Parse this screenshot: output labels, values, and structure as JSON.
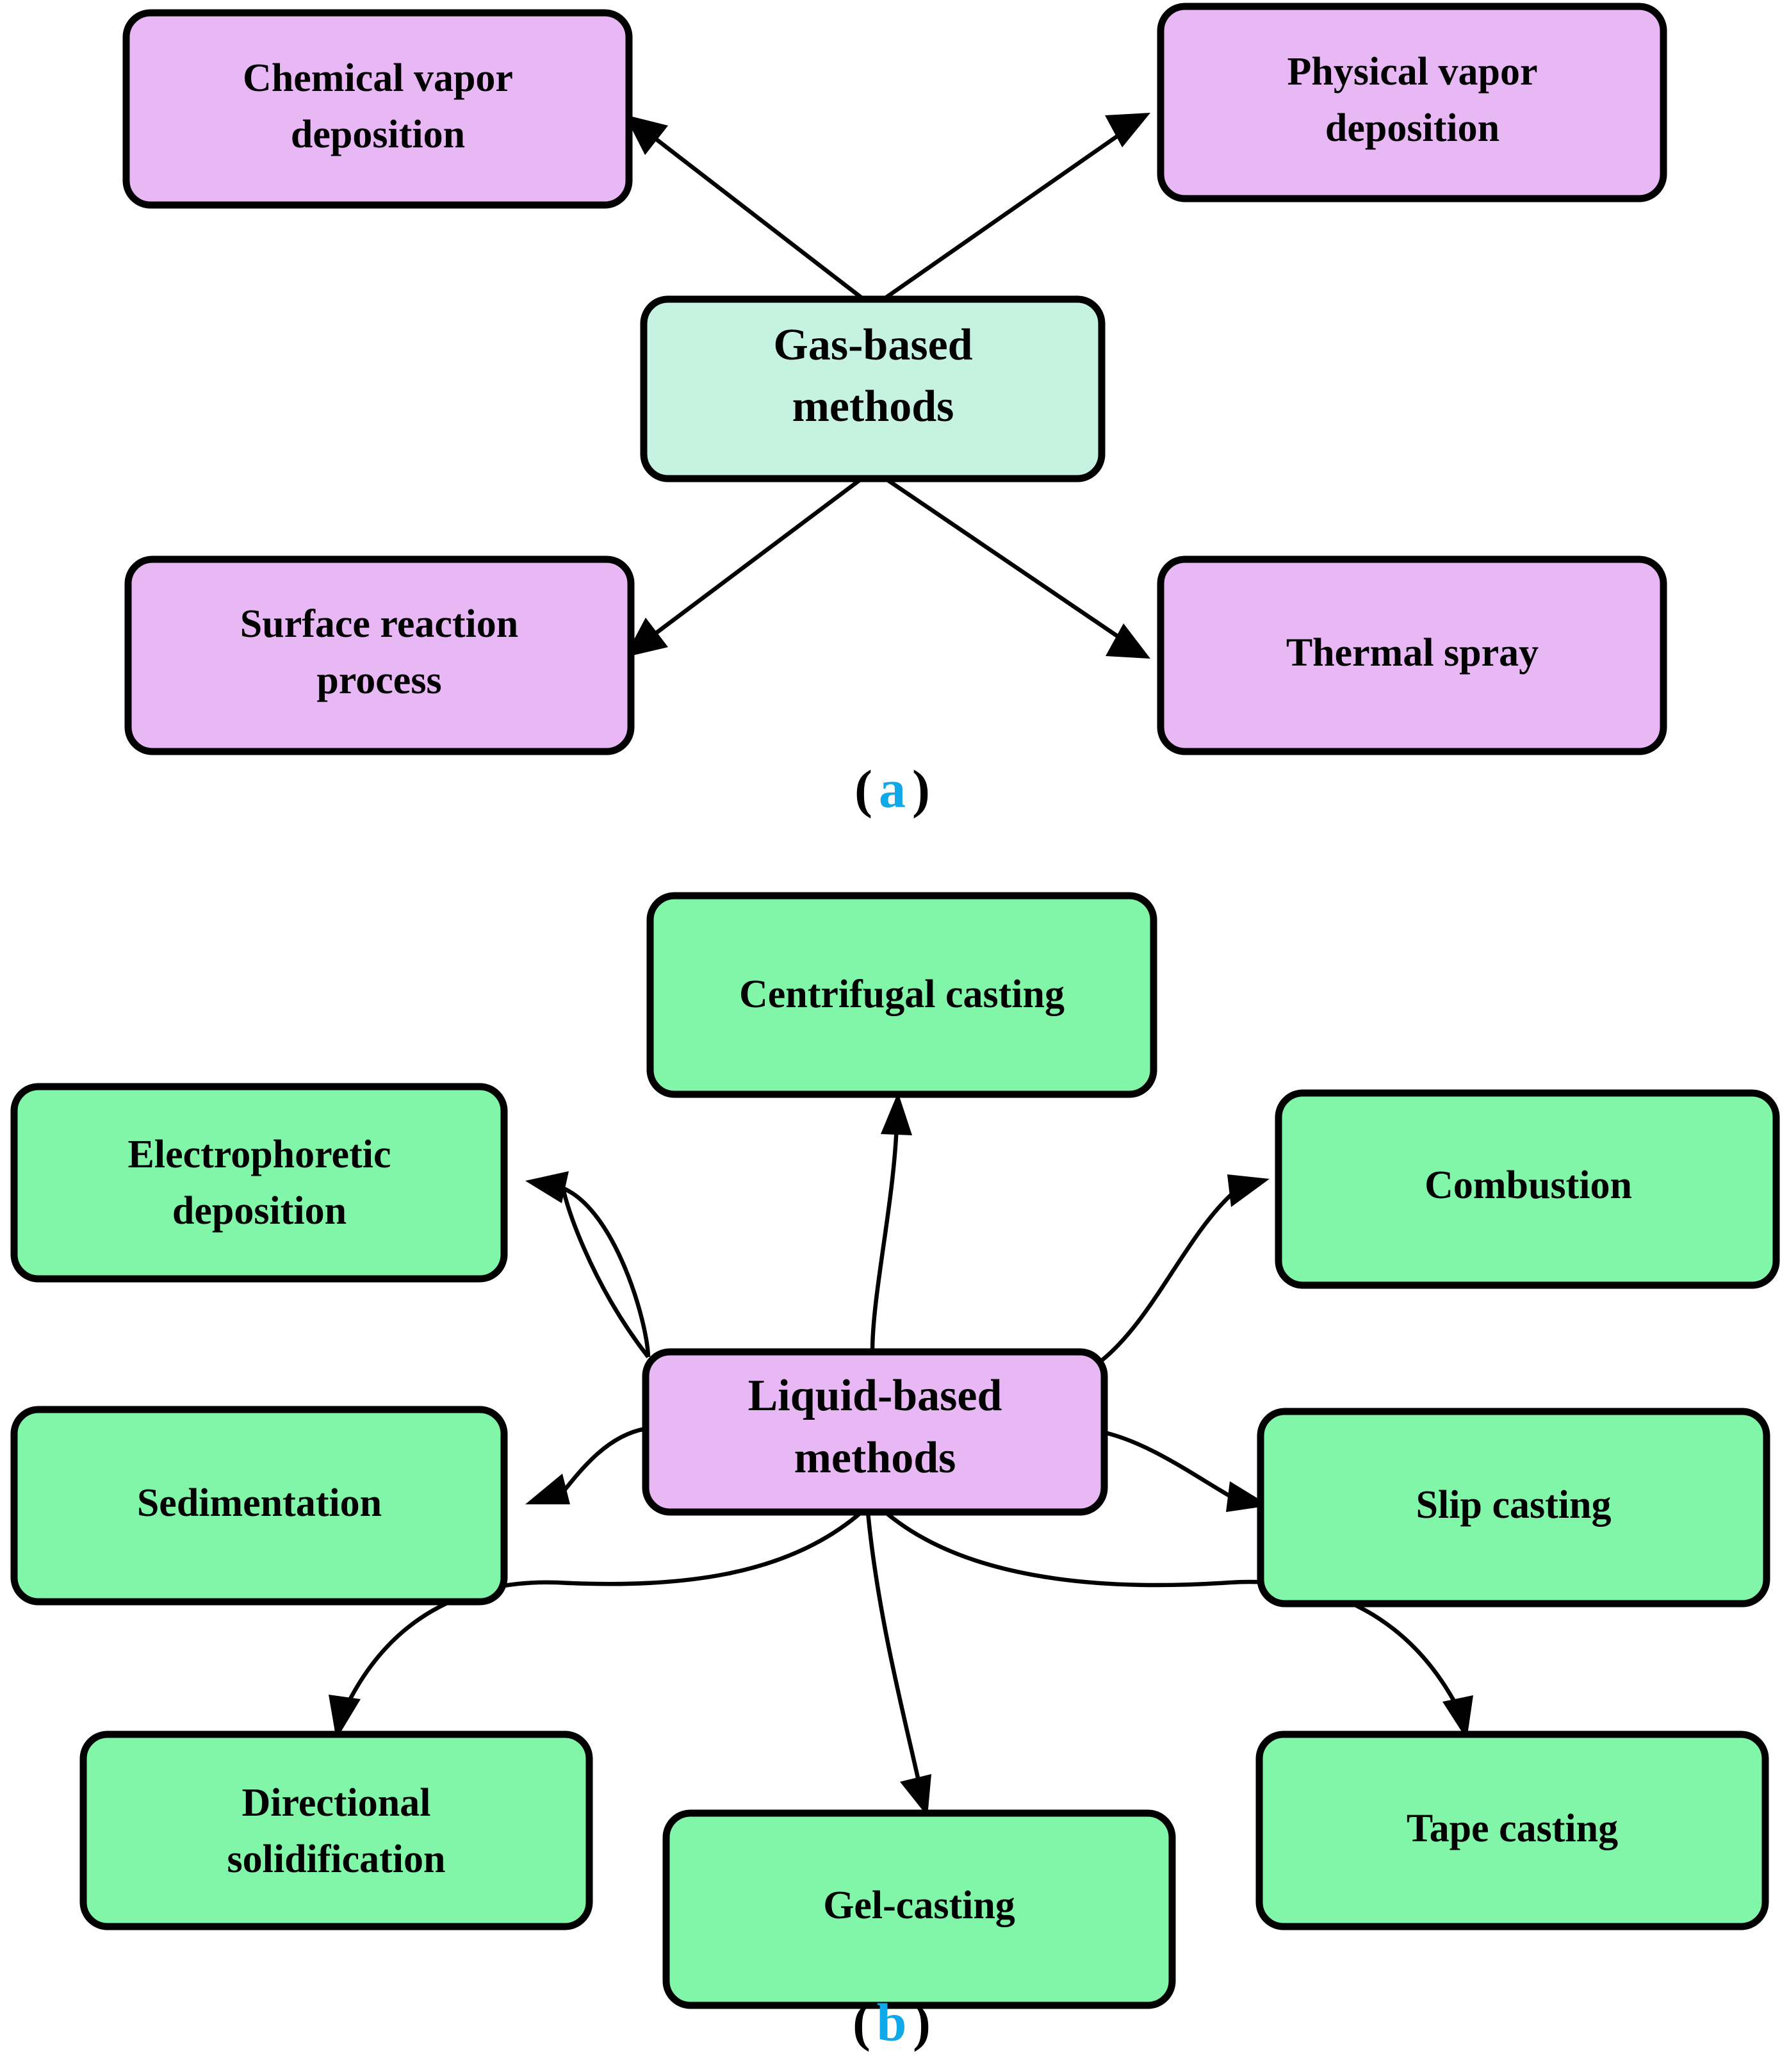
{
  "figure": {
    "panels": [
      {
        "id": "panel-a",
        "caption_letter": "a",
        "caption_open": "(",
        "caption_close": ")",
        "caption_color": "#0FA8E8",
        "center": {
          "id": "gas-based-methods",
          "label_line1": "Gas-based",
          "label_line2": "methods",
          "fill": "#C6F2E2"
        },
        "nodes": [
          {
            "id": "chemical-vapor-deposition",
            "label_line1": "Chemical vapor",
            "label_line2": "deposition",
            "fill": "#E8B8F5"
          },
          {
            "id": "physical-vapor-deposition",
            "label_line1": "Physical vapor",
            "label_line2": "deposition",
            "fill": "#E8B8F5"
          },
          {
            "id": "surface-reaction-process",
            "label_line1": "Surface reaction",
            "label_line2": "process",
            "fill": "#E8B8F5"
          },
          {
            "id": "thermal-spray",
            "label_line1": "Thermal spray",
            "label_line2": "",
            "fill": "#E8B8F5"
          }
        ],
        "edges": [
          {
            "from": "gas-based-methods",
            "to": "chemical-vapor-deposition"
          },
          {
            "from": "gas-based-methods",
            "to": "physical-vapor-deposition"
          },
          {
            "from": "gas-based-methods",
            "to": "surface-reaction-process"
          },
          {
            "from": "gas-based-methods",
            "to": "thermal-spray"
          }
        ]
      },
      {
        "id": "panel-b",
        "caption_letter": "b",
        "caption_open": "(",
        "caption_close": ")",
        "caption_color": "#0FA8E8",
        "center": {
          "id": "liquid-based-methods",
          "label_line1": "Liquid-based",
          "label_line2": "methods",
          "fill": "#E8B8F5"
        },
        "nodes": [
          {
            "id": "centrifugal-casting",
            "label_line1": "Centrifugal casting",
            "label_line2": "",
            "fill": "#81F5A8"
          },
          {
            "id": "electrophoretic-deposition",
            "label_line1": "Electrophoretic",
            "label_line2": "deposition",
            "fill": "#81F5A8"
          },
          {
            "id": "combustion",
            "label_line1": "Combustion",
            "label_line2": "",
            "fill": "#81F5A8"
          },
          {
            "id": "sedimentation",
            "label_line1": "Sedimentation",
            "label_line2": "",
            "fill": "#81F5A8"
          },
          {
            "id": "slip-casting",
            "label_line1": "Slip casting",
            "label_line2": "",
            "fill": "#81F5A8"
          },
          {
            "id": "directional-solidification",
            "label_line1": "Directional",
            "label_line2": "solidification",
            "fill": "#81F5A8"
          },
          {
            "id": "gel-casting",
            "label_line1": "Gel-casting",
            "label_line2": "",
            "fill": "#81F5A8"
          },
          {
            "id": "tape-casting",
            "label_line1": "Tape casting",
            "label_line2": "",
            "fill": "#81F5A8"
          }
        ],
        "edges": [
          {
            "from": "liquid-based-methods",
            "to": "centrifugal-casting"
          },
          {
            "from": "liquid-based-methods",
            "to": "electrophoretic-deposition"
          },
          {
            "from": "liquid-based-methods",
            "to": "combustion"
          },
          {
            "from": "liquid-based-methods",
            "to": "sedimentation"
          },
          {
            "from": "liquid-based-methods",
            "to": "slip-casting"
          },
          {
            "from": "liquid-based-methods",
            "to": "directional-solidification"
          },
          {
            "from": "liquid-based-methods",
            "to": "gel-casting"
          },
          {
            "from": "liquid-based-methods",
            "to": "tape-casting"
          }
        ]
      }
    ]
  }
}
